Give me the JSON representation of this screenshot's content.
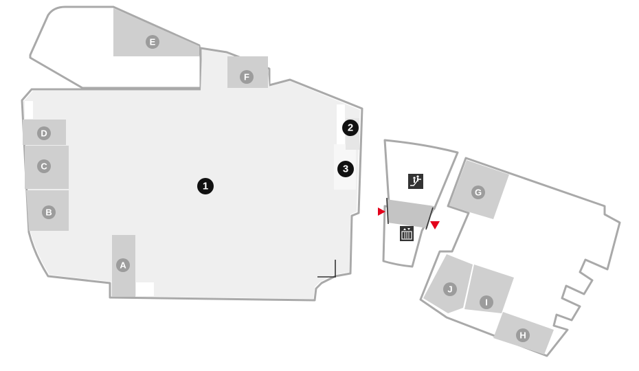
{
  "stores": [
    {
      "id": "E",
      "label": "E"
    },
    {
      "id": "F",
      "label": "F"
    },
    {
      "id": "D",
      "label": "D"
    },
    {
      "id": "C",
      "label": "C"
    },
    {
      "id": "B",
      "label": "B"
    },
    {
      "id": "A",
      "label": "A"
    },
    {
      "id": "G",
      "label": "G"
    },
    {
      "id": "J",
      "label": "J"
    },
    {
      "id": "I",
      "label": "I"
    },
    {
      "id": "H",
      "label": "H"
    }
  ],
  "areas": [
    {
      "id": "1",
      "label": "1"
    },
    {
      "id": "2",
      "label": "2"
    },
    {
      "id": "3",
      "label": "3"
    }
  ],
  "icons": {
    "escalator": "escalator-icon",
    "elevator": "elevator-icon",
    "entrance_arrow": "entrance-arrow-icon"
  },
  "colors": {
    "outline": "#a9a9a9",
    "hall": "#efefef",
    "store": "#cfcfcf",
    "store_label": "#9c9c9c",
    "area_label": "#111111",
    "entrance": "#e3001b"
  }
}
